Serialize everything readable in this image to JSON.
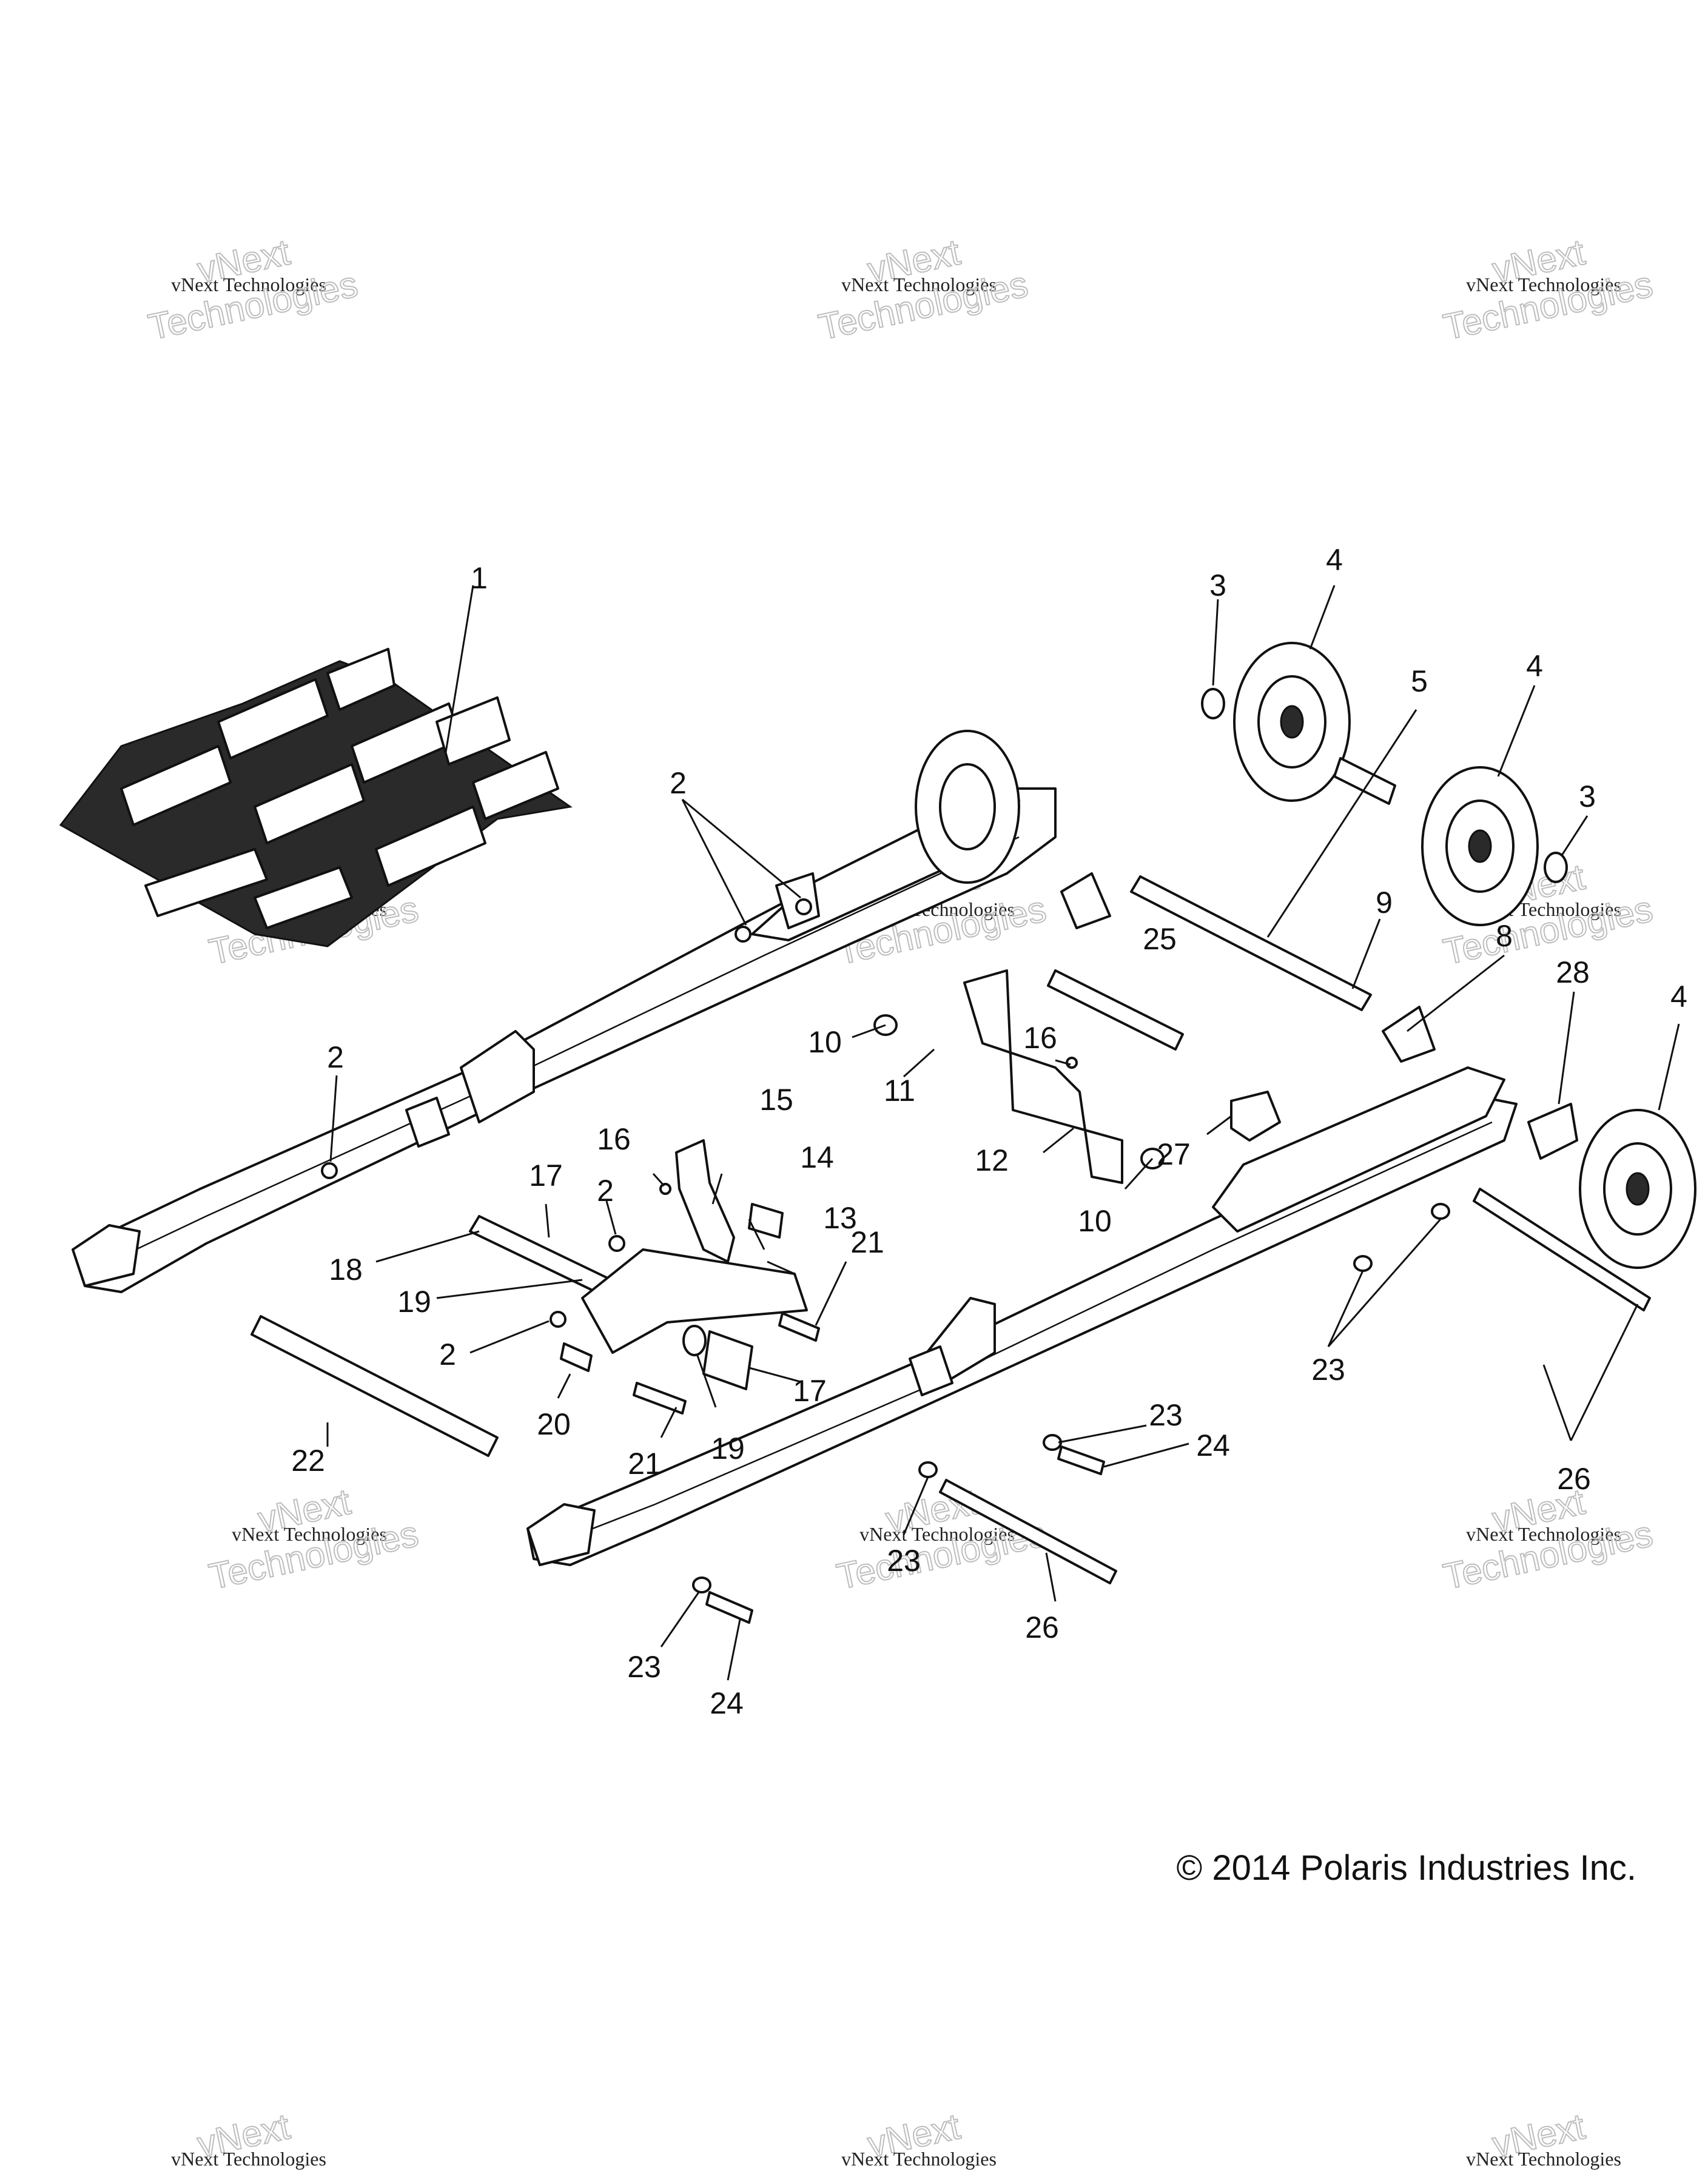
{
  "diagram": {
    "callouts": [
      "1",
      "2",
      "2",
      "2",
      "2",
      "3",
      "3",
      "4",
      "4",
      "4",
      "5",
      "8",
      "9",
      "10",
      "10",
      "11",
      "12",
      "13",
      "14",
      "15",
      "16",
      "16",
      "17",
      "17",
      "18",
      "19",
      "19",
      "20",
      "21",
      "21",
      "22",
      "23",
      "23",
      "23",
      "23",
      "23",
      "24",
      "24",
      "25",
      "26",
      "26",
      "27",
      "28"
    ],
    "watermark_small": "vNext Technologies",
    "watermark_big_top": "vNext",
    "watermark_big_bottom": "Technologies"
  },
  "copyright": "© 2014 Polaris Industries Inc."
}
